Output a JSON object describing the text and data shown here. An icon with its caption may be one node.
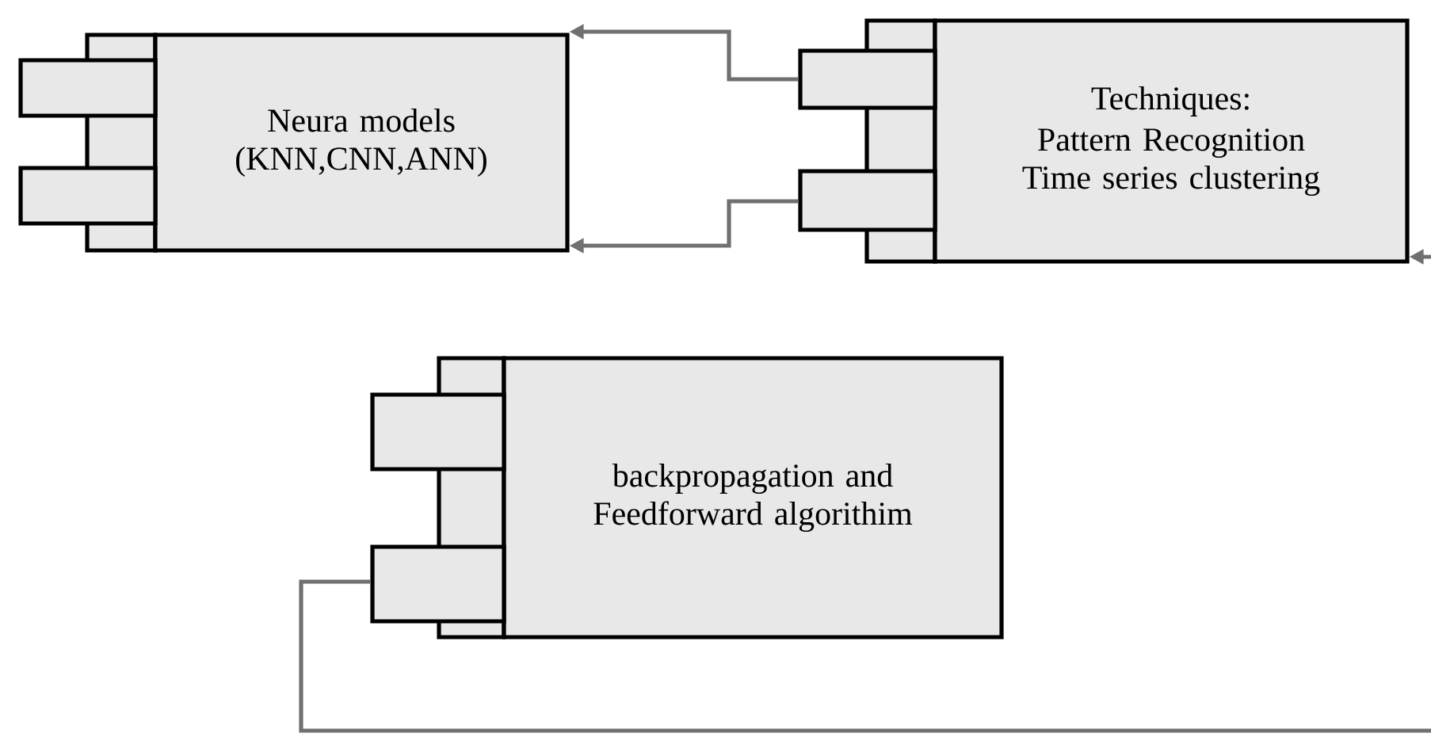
{
  "diagram": {
    "nodes": [
      {
        "text": [
          "Neura models (KNN,CNN,ANN)"
        ]
      },
      {
        "text": [
          "Techniques:",
          "Pattern Recognition Time series clustering"
        ]
      },
      {
        "text": [
          "backpropagation and Feedforward algorithim"
        ]
      }
    ],
    "edges": [
      {
        "from": 1,
        "to": 0,
        "arrow": "to"
      },
      {
        "from": 1,
        "to": 0,
        "arrow": "to"
      },
      {
        "from": null,
        "to": 1,
        "arrow": "to"
      },
      {
        "from": 2,
        "to": null,
        "arrow": "none"
      }
    ]
  }
}
